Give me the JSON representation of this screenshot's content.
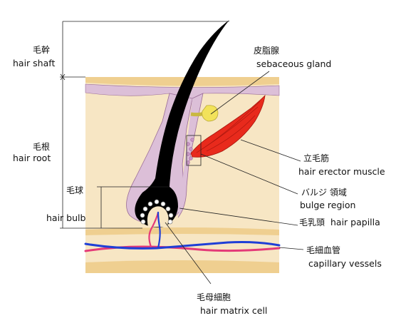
{
  "labels": {
    "hair_shaft": {
      "ja": "毛幹",
      "en": "hair shaft"
    },
    "hair_root": {
      "ja": "毛根",
      "en": "hair root"
    },
    "hair_bulb": {
      "ja": "毛球",
      "en": "hair bulb"
    },
    "sebaceous_gland": {
      "ja": "皮脂腺",
      "en": "sebaceous gland"
    },
    "hair_erector_muscle": {
      "ja": "立毛筋",
      "en": "hair erector muscle"
    },
    "bulge_region": {
      "ja": "バルジ 領域",
      "en": "bulge region"
    },
    "hair_papilla": {
      "ja": "毛乳頭",
      "en": "hair papilla"
    },
    "capillary_vessels": {
      "ja": "毛細血管",
      "en": "capillary vessels"
    },
    "hair_matrix_cell": {
      "ja": "毛母細胞",
      "en": "hair matrix cell"
    }
  },
  "colors": {
    "dermis": "#f7e6c4",
    "epidermis_band": "#efcf90",
    "sheath": "#dcbfd8",
    "sheath_outline": "#9a6c97",
    "hair": "#000000",
    "muscle": "#e82a1c",
    "gland": "#f2e25a",
    "artery": "#e43a78",
    "vein": "#1f3fd6",
    "bulge_dots": "#a05aa0"
  }
}
